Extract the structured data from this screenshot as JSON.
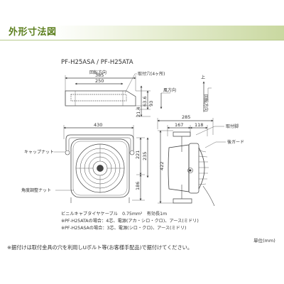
{
  "header": {
    "title": "外形寸法図"
  },
  "model": "PF-H25ASA / PF-H25ATA",
  "labels": {
    "rotation": "回転方向",
    "mount_hole": "取付穴(4ヶ所)",
    "wind_dir": "風方向",
    "top": "上",
    "rotation_dir": "回転方向",
    "mount_leg": "取付脚",
    "rear_guard": "後ガード",
    "cap_nut": "キャップナット",
    "angle_nut": "角度調整ナット"
  },
  "dimensions": {
    "d385": "385",
    "d250": "250",
    "d93": "93",
    "d63_6": "63.6",
    "d21_4": "21.4",
    "d430": "430",
    "d285": "285",
    "d167": "167",
    "d118": "118",
    "d221": "221",
    "d235": "235",
    "d186": "186",
    "d422": "422"
  },
  "notes": {
    "cable": "ビニルキャブタイヤケーブル　0.75mm²　有効長1m",
    "asa": "※PF-H25ATAの場合：4芯、電源(アカ・シロ・クロ)、アース(ミドリ)",
    "ata": "※PF-H25ASAの場合：3芯、電源(シロ・クロ)、アース(ミドリ)"
  },
  "unit": "単位(mm)",
  "footnote": "※据付けは取付金具の穴を利用しUボルト等(お客様手配品)で据付けてください。",
  "colors": {
    "accent": "#5c7f1e",
    "line": "#444444",
    "header_end": "#c9d8a0"
  }
}
